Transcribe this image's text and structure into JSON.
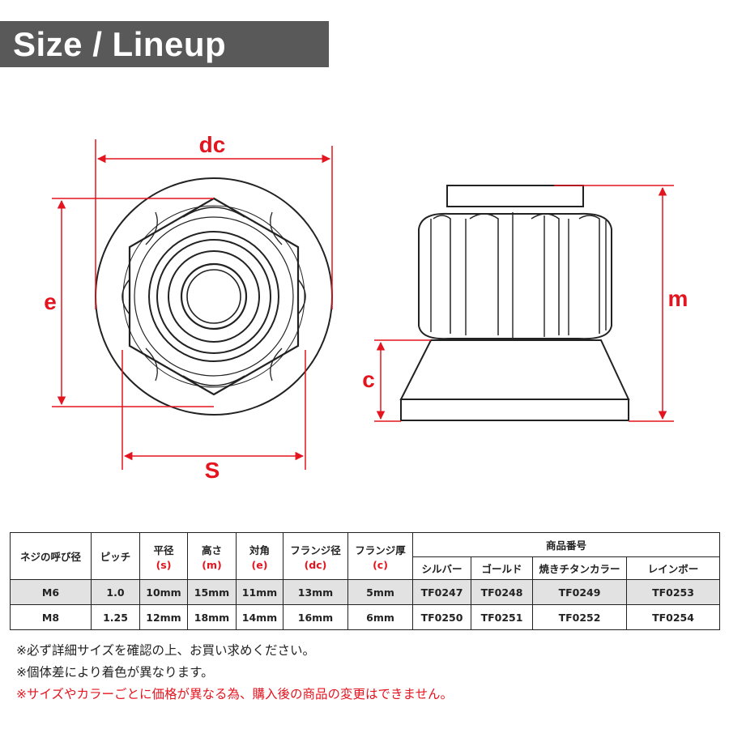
{
  "header": {
    "title": "Size / Lineup"
  },
  "diagram": {
    "labels": {
      "dc": "dc",
      "e": "e",
      "s": "S",
      "m": "m",
      "c": "c"
    },
    "colors": {
      "dimension_line": "#e4151f",
      "outline": "#222222",
      "header_bg": "#595959"
    }
  },
  "table": {
    "headers": {
      "nominal": "ネジの呼び径",
      "pitch": "ピッチ",
      "width": {
        "label": "平径",
        "sub": "(s)"
      },
      "height": {
        "label": "高さ",
        "sub": "(m)"
      },
      "across": {
        "label": "対角",
        "sub": "(e)"
      },
      "flange_dia": {
        "label": "フランジ径",
        "sub": "(dc)"
      },
      "flange_thk": {
        "label": "フランジ厚",
        "sub": "(c)"
      },
      "product_no": "商品番号",
      "silver": "シルバー",
      "gold": "ゴールド",
      "burnt": "焼きチタンカラー",
      "rainbow": "レインボー"
    },
    "rows": [
      {
        "nominal": "M6",
        "pitch": "1.0",
        "s": "10mm",
        "m": "15mm",
        "e": "11mm",
        "dc": "13mm",
        "c": "5mm",
        "silver": "TF0247",
        "gold": "TF0248",
        "burnt": "TF0249",
        "rainbow": "TF0253"
      },
      {
        "nominal": "M8",
        "pitch": "1.25",
        "s": "12mm",
        "m": "18mm",
        "e": "14mm",
        "dc": "16mm",
        "c": "6mm",
        "silver": "TF0250",
        "gold": "TF0251",
        "burnt": "TF0252",
        "rainbow": "TF0254"
      }
    ]
  },
  "notes": [
    {
      "text": "※必ず詳細サイズを確認の上、お買い求めください。",
      "color": "#222222"
    },
    {
      "text": "※個体差により着色が異なります。",
      "color": "#222222"
    },
    {
      "text": "※サイズやカラーごとに価格が異なる為、購入後の商品の変更はできません。",
      "color": "#e4151f"
    }
  ]
}
